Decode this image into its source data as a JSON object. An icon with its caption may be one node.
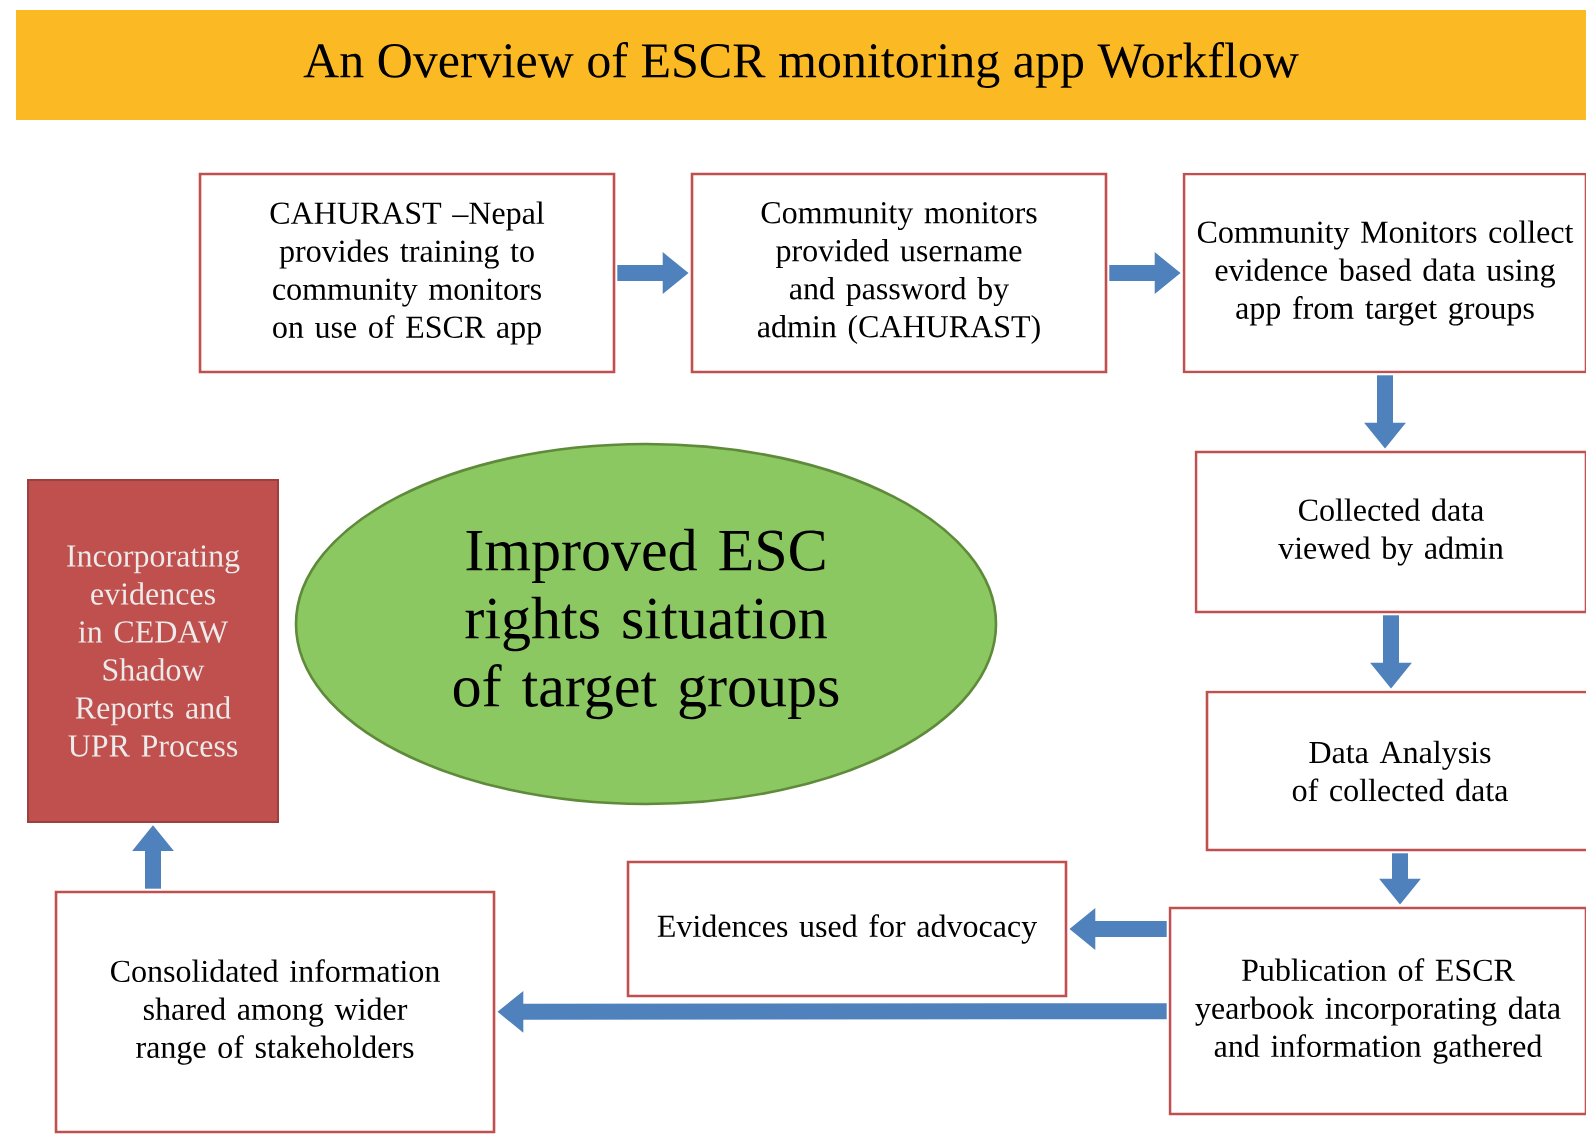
{
  "diagram": {
    "title": "An Overview of ESCR monitoring app Workflow",
    "nodes": [
      {
        "text": [
          "CAHURAST –Nepal provides training to community monitors on use of ESCR app"
        ]
      },
      {
        "text": [
          "Community monitors provided username and password by admin (CAHURAST)"
        ]
      },
      {
        "text": [
          "Community Monitors collect evidence based data using app from target groups"
        ]
      },
      {
        "text": [
          "Collected data viewed by admin"
        ]
      },
      {
        "text": [
          "Data Analysis of collected data"
        ]
      },
      {
        "text": [
          "Publication of ESCR yearbook incorporating data and information gathered"
        ]
      },
      {
        "text": [
          "Evidences used for advocacy"
        ]
      },
      {
        "text": [
          "Consolidated information shared among wider range of stakeholders"
        ]
      },
      {
        "text": [
          "Incorporating evidences in CEDAW Shadow Reports and UPR Process"
        ]
      },
      {
        "text": [
          "Improved ESC rights situation of target groups"
        ]
      }
    ],
    "edges": [
      {
        "from": 0,
        "to": 1,
        "arrow": "to"
      },
      {
        "from": 1,
        "to": 2,
        "arrow": "to"
      },
      {
        "from": 2,
        "to": 3,
        "arrow": "to"
      },
      {
        "from": 3,
        "to": 4,
        "arrow": "to"
      },
      {
        "from": 4,
        "to": 5,
        "arrow": "to"
      },
      {
        "from": 5,
        "to": 6,
        "arrow": "to"
      },
      {
        "from": 5,
        "to": 7,
        "arrow": "to"
      },
      {
        "from": 7,
        "to": 8,
        "arrow": "to"
      }
    ]
  }
}
